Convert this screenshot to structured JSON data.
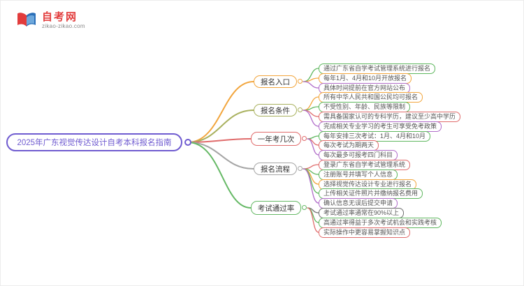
{
  "logo": {
    "brand": "自考网",
    "domain": "zikao-zikao.com"
  },
  "main": {
    "title": "2025年广东视觉传达设计自考本科报名指南",
    "color": "#6f5bd0"
  },
  "branches": [
    {
      "label": "报名入口",
      "color": "#f2a53c",
      "children": [
        {
          "text": "通过广东省自学考试管理系统进行报名",
          "color": "#5eb75e"
        },
        {
          "text": "每年1月、4月和10月开放报名",
          "color": "#f2a53c"
        },
        {
          "text": "具体时间提前在官方网站公布",
          "color": "#b06cc9"
        }
      ]
    },
    {
      "label": "报名条件",
      "color": "#a9b15e",
      "children": [
        {
          "text": "所有中华人民共和国公民均可报名",
          "color": "#f2a53c"
        },
        {
          "text": "不受性别、年龄、民族等限制",
          "color": "#5eb75e"
        },
        {
          "text": "需具备国家认可的专科学历，建议至少高中学历",
          "color": "#e06c6c"
        },
        {
          "text": "完成相关专业学习的考生可享受免考政策",
          "color": "#b06cc9"
        }
      ]
    },
    {
      "label": "一年考几次",
      "color": "#e06c6c",
      "children": [
        {
          "text": "每年安排三次考试：1月、4月和10月",
          "color": "#5eb75e"
        },
        {
          "text": "每次考试为期两天",
          "color": "#e06c6c"
        },
        {
          "text": "每次最多可报考四门科目",
          "color": "#b06cc9"
        }
      ]
    },
    {
      "label": "报名流程",
      "color": "#a5a5a5",
      "children": [
        {
          "text": "登录广东省自学考试管理系统",
          "color": "#e06c6c"
        },
        {
          "text": "注册账号并填写个人信息",
          "color": "#5eb75e"
        },
        {
          "text": "选择视觉传达设计专业进行报名",
          "color": "#f2a53c"
        },
        {
          "text": "上传相关证件照片并缴纳报名费用",
          "color": "#5eb75e"
        },
        {
          "text": "确认信息无误后提交申请",
          "color": "#b06cc9"
        }
      ]
    },
    {
      "label": "考试通过率",
      "color": "#66b966",
      "children": [
        {
          "text": "考试通过率通常在90%以上",
          "color": "#707070"
        },
        {
          "text": "高通过率得益于多次考试机会和实践考核",
          "color": "#5eb75e"
        },
        {
          "text": "实际操作中更容易掌握知识点",
          "color": "#e06c6c"
        }
      ]
    }
  ]
}
